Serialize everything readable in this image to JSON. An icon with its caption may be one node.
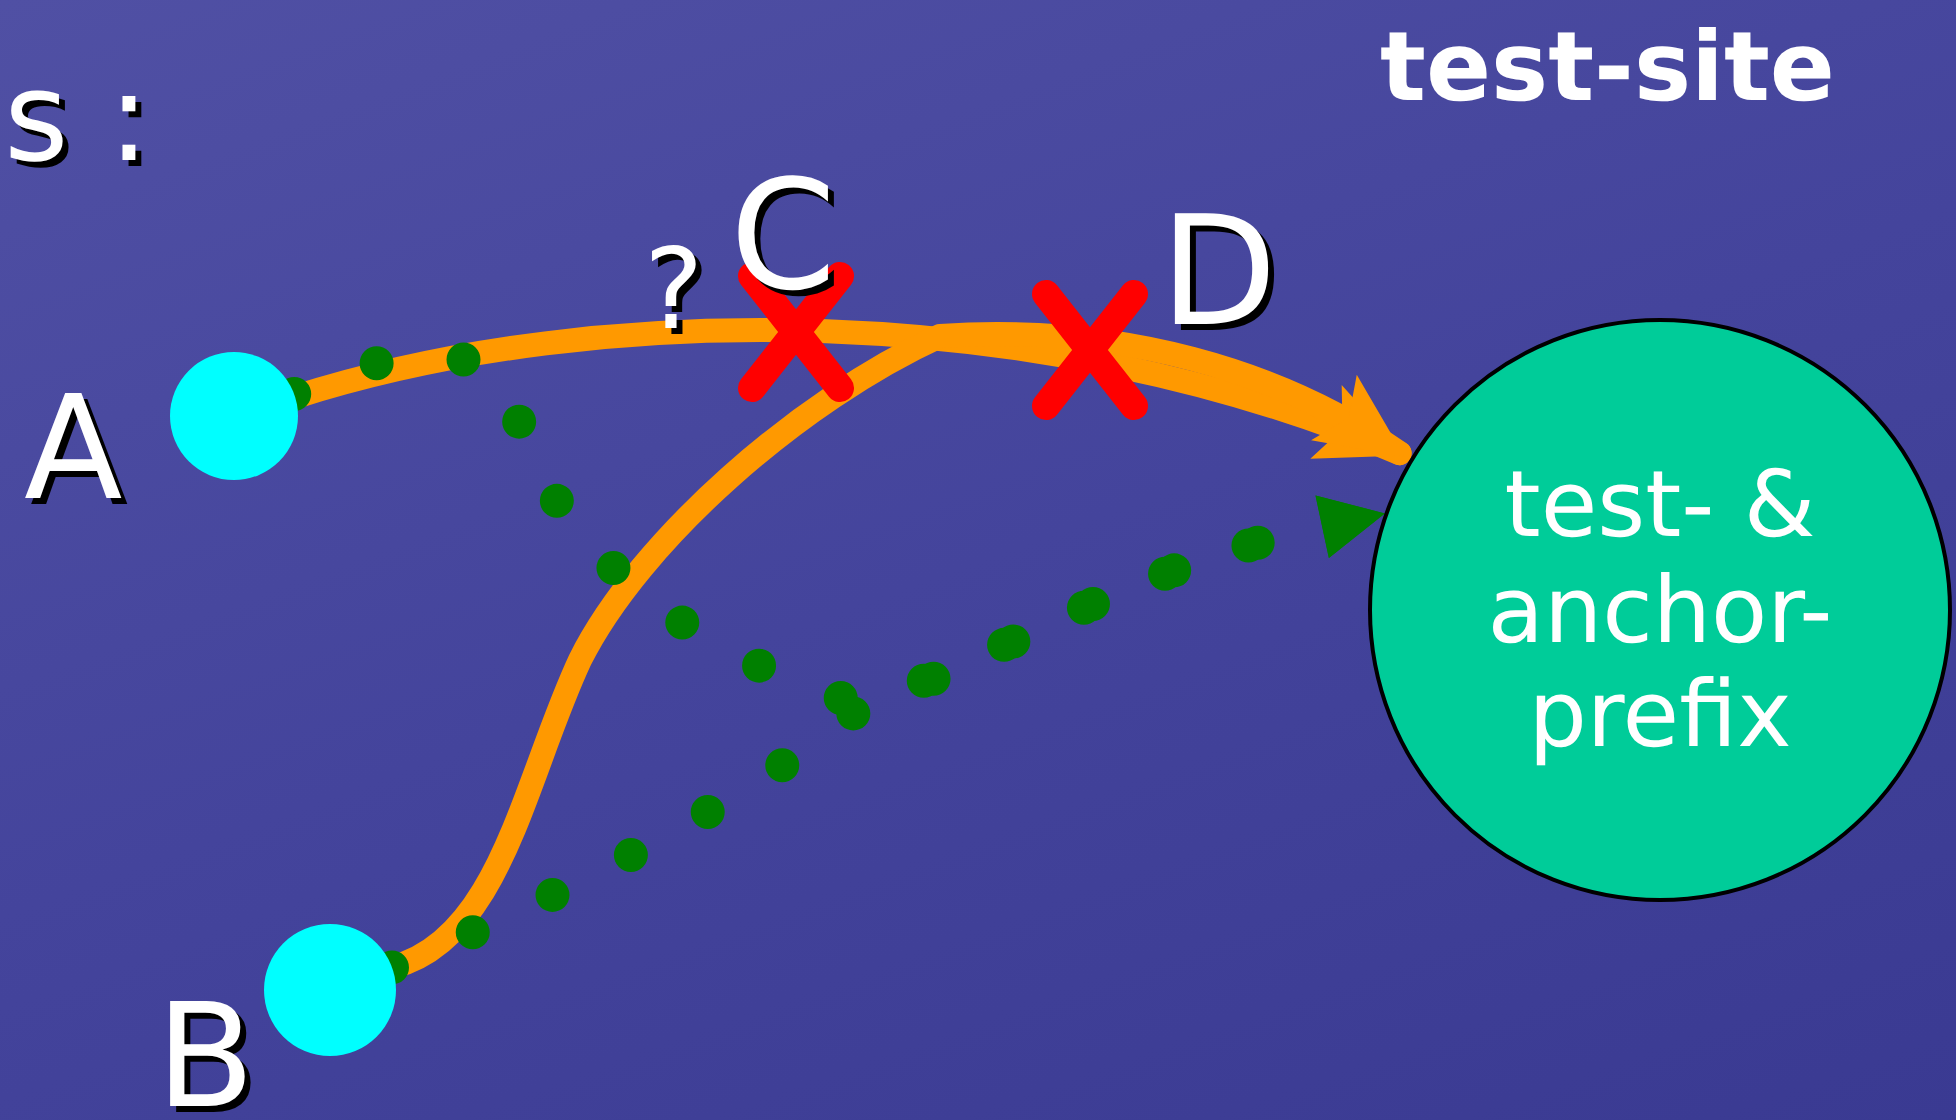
{
  "diagram": {
    "nodes": [
      {
        "text": [],
        "shape": "circle",
        "beside": [
          "A"
        ]
      },
      {
        "text": [],
        "shape": "circle",
        "beside": [
          "B"
        ]
      },
      {
        "text": [
          "test- & anchor- prefix"
        ]
      }
    ],
    "edges": [
      {
        "from": 0,
        "to": 2,
        "arrow": "to",
        "color": "#ff9900"
      },
      {
        "from": 1,
        "to": 2,
        "arrow": "to",
        "color": "#ff9900"
      },
      {
        "from": 0,
        "to": 2,
        "arrow": "to",
        "style": "dashed",
        "color": "#008000"
      },
      {
        "from": 1,
        "to": 2,
        "arrow": "to",
        "style": "dashed",
        "color": "#008000"
      }
    ],
    "labels": [
      "s :",
      "test-site",
      "?",
      "C",
      "D"
    ]
  }
}
